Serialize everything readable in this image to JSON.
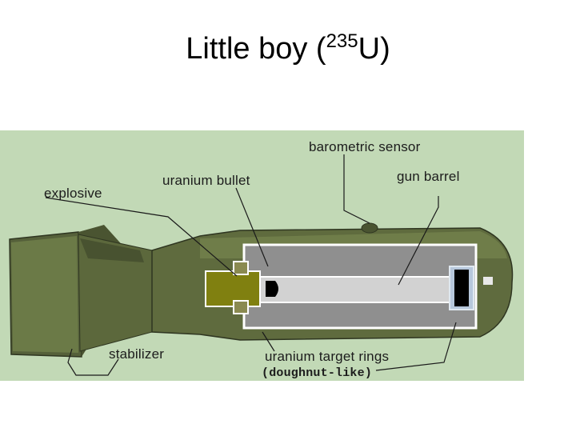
{
  "title": {
    "prefix": "Little boy  (",
    "superscript": "235",
    "suffix": "U)"
  },
  "labels": {
    "barometric_sensor": "barometric sensor",
    "explosive": "explosive",
    "uranium_bullet": "uranium bullet",
    "gun_barrel": "gun barrel",
    "stabilizer": "stabilizer",
    "uranium_target_rings": "uranium target rings",
    "doughnut_like": "(doughnut-like)"
  },
  "colors": {
    "background": "#c2d9b6",
    "casing": "#5f6b3e",
    "barrel": "#8f8f8f",
    "explosive": "#808010",
    "target": "#b7c8dc"
  }
}
